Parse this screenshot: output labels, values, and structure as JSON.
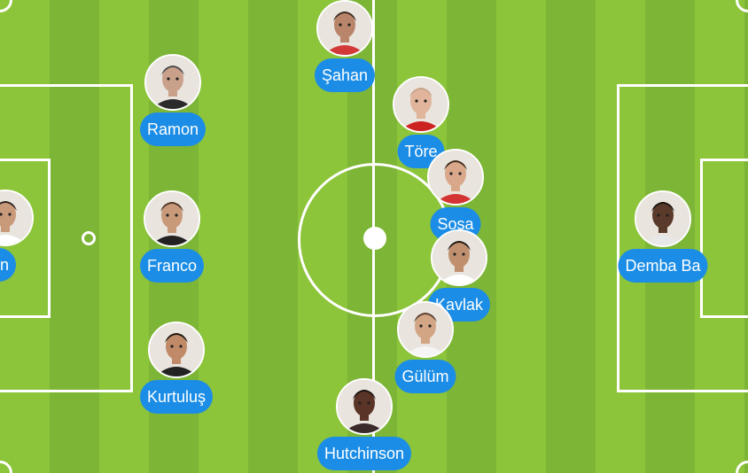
{
  "players": [
    {
      "name": "Şahan",
      "skin": "#b9856a",
      "hair": "#3a2a22",
      "shirt": "#d23a3a"
    },
    {
      "name": "Ramon",
      "skin": "#c9a08a",
      "hair": "#4a4a4a",
      "shirt": "#2b2b2b"
    },
    {
      "name": "Töre",
      "skin": "#e0b59b",
      "hair": "#c9a58a",
      "shirt": "#cc2222"
    },
    {
      "name": "Sosa",
      "skin": "#d9a88a",
      "hair": "#3a2a1a",
      "shirt": "#d33333"
    },
    {
      "name": "Engin",
      "skin": "#c99a7a",
      "hair": "#2a2220",
      "shirt": "#ffffff"
    },
    {
      "name": "Franco",
      "skin": "#c99a7a",
      "hair": "#4a3426",
      "shirt": "#222222"
    },
    {
      "name": "Kavlak",
      "skin": "#c0906e",
      "hair": "#1f1814",
      "shirt": "#ffffff"
    },
    {
      "name": "Demba Ba",
      "skin": "#5a3a2a",
      "hair": "#1a1410",
      "shirt": "#e8e8e8"
    },
    {
      "name": "Gülüm",
      "skin": "#d2a584",
      "hair": "#5a4030",
      "shirt": "#f5f5f5"
    },
    {
      "name": "Kurtuluş",
      "skin": "#c08a68",
      "hair": "#1a1410",
      "shirt": "#222222"
    },
    {
      "name": "Hutchinson",
      "skin": "#5a3426",
      "hair": "#1a1410",
      "shirt": "#3a2a2a"
    }
  ]
}
